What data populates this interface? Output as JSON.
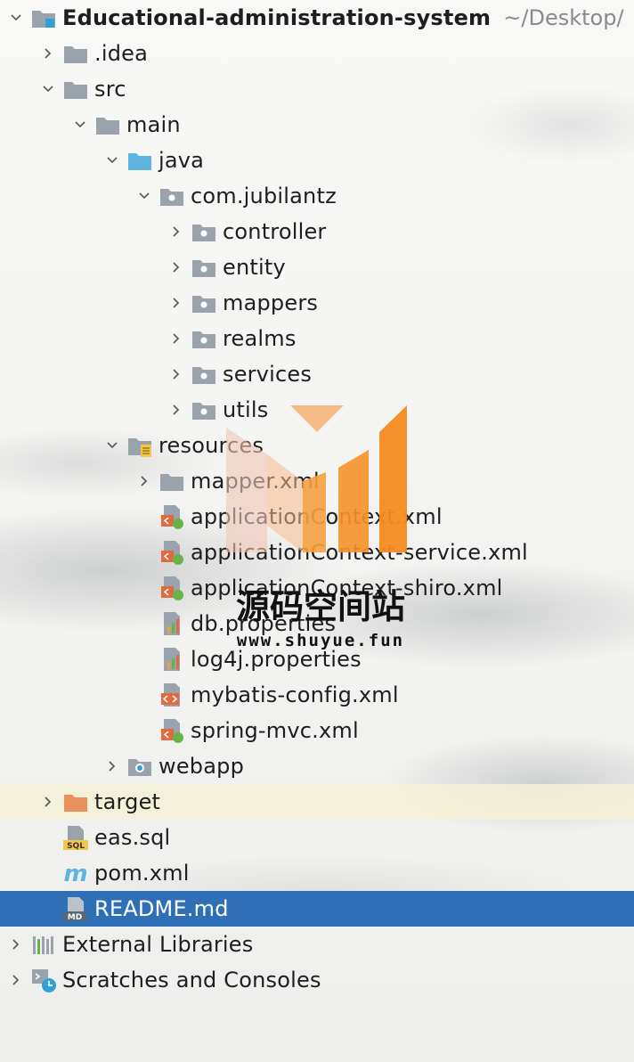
{
  "project": {
    "name": "Educational-administration-system",
    "path": "~/Desktop/"
  },
  "tree": {
    "idea": ".idea",
    "src": "src",
    "main": "main",
    "java": "java",
    "package": "com.jubilantz",
    "packages": [
      "controller",
      "entity",
      "mappers",
      "realms",
      "services",
      "utils"
    ],
    "resources": "resources",
    "mapper_folder": "mapper.xml",
    "resource_files": [
      "applicationContext.xml",
      "applicationContext-service.xml",
      "applicationContext-shiro.xml",
      "db.properties",
      "log4j.properties",
      "mybatis-config.xml",
      "spring-mvc.xml"
    ],
    "webapp": "webapp",
    "target": "target",
    "eas_sql": "eas.sql",
    "pom": "pom.xml",
    "readme": "README.md",
    "external_libraries": "External Libraries",
    "scratches": "Scratches and Consoles"
  },
  "watermark": {
    "title": "源码空间站",
    "url": "www.shuyue.fun"
  },
  "colors": {
    "selection": "#2f6fb6",
    "highlight_row": "#f5f1d6",
    "folder_gray": "#9aa3ab",
    "source_folder": "#5fb4e0",
    "target_folder": "#e8915a",
    "watermark_orange": "#f58a1f"
  }
}
